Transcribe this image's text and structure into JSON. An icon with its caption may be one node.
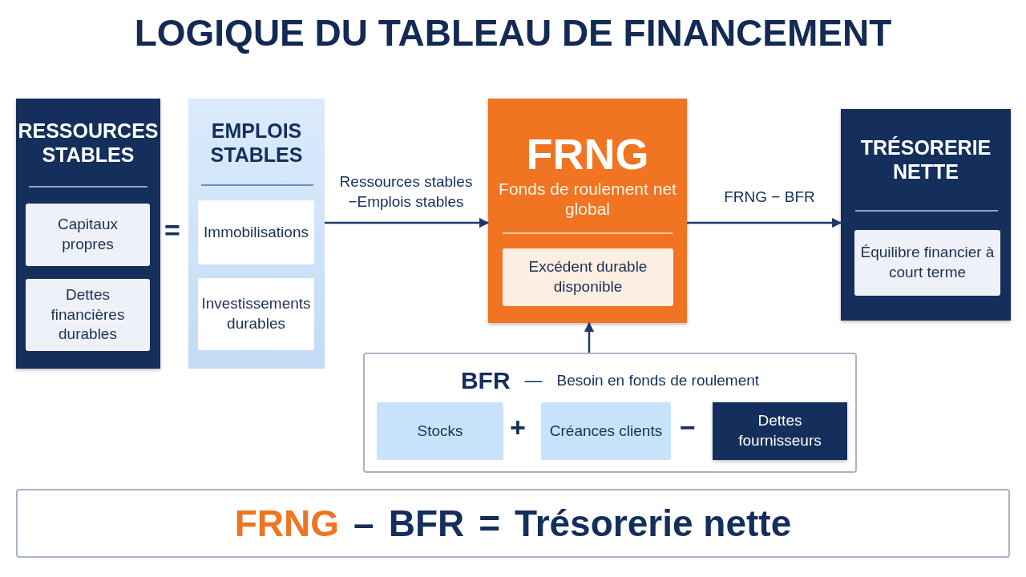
{
  "diagram": {
    "title": "LOGIQUE DU TABLEAU DE FINANCEMENT",
    "nodes": [
      {
        "text": [
          "RESSOURCES STABLES"
        ]
      },
      {
        "text": [
          "Capitaux propres"
        ],
        "in": 0
      },
      {
        "text": [
          "Dettes financières durables"
        ],
        "in": 0
      },
      {
        "text": [
          "EMPLOIS STABLES"
        ]
      },
      {
        "text": [
          "Immobilisations"
        ],
        "in": 3
      },
      {
        "text": [
          "Investissements durables"
        ],
        "in": 3
      },
      {
        "text": [
          "FRNG",
          "Fonds de roulement net global"
        ]
      },
      {
        "text": [
          "Excédent durable disponible"
        ],
        "in": 6
      },
      {
        "text": [
          "TRÉSORERIE NETTE"
        ]
      },
      {
        "text": [
          "Équilibre financier à court terme"
        ],
        "in": 8
      },
      {
        "text": [
          "BFR",
          "—",
          "Besoin en fonds de roulement"
        ]
      },
      {
        "text": [
          "Stocks"
        ],
        "in": 10
      },
      {
        "text": [
          "Créances clients"
        ],
        "in": 10
      },
      {
        "text": [
          "Dettes fournisseurs"
        ],
        "in": 10
      },
      {
        "text": [
          "FRNG",
          "–",
          "BFR",
          "=",
          "Trésorerie nette"
        ]
      }
    ],
    "edges": [
      {
        "from": 3,
        "to": 6,
        "arrow": "to",
        "label": "Ressources stables −Emplois stables"
      },
      {
        "from": 6,
        "to": 8,
        "arrow": "to",
        "label": "FRNG − BFR"
      },
      {
        "from": 10,
        "to": 6,
        "arrow": "to"
      }
    ],
    "labels": [
      "=",
      "+",
      "−"
    ]
  }
}
